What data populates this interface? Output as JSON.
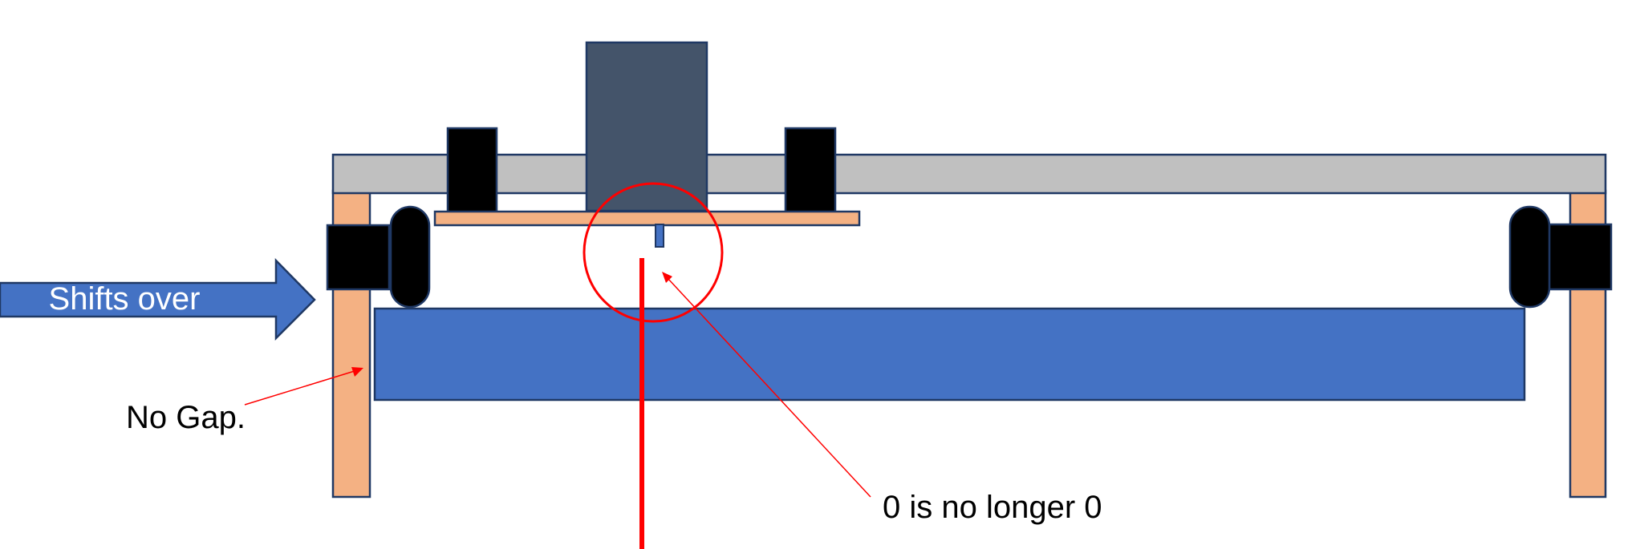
{
  "labels": {
    "shift_arrow": "Shifts over",
    "no_gap": "No Gap.",
    "zero_note": "0 is no longer 0"
  },
  "colors": {
    "frame_gray": "#c0c0c0",
    "leg_orange": "#f4b183",
    "block_black": "#000000",
    "motor_slate": "#44546a",
    "workpiece_blue": "#4472c4",
    "outline_navy": "#1f3864",
    "callout_red": "#ff0000"
  }
}
